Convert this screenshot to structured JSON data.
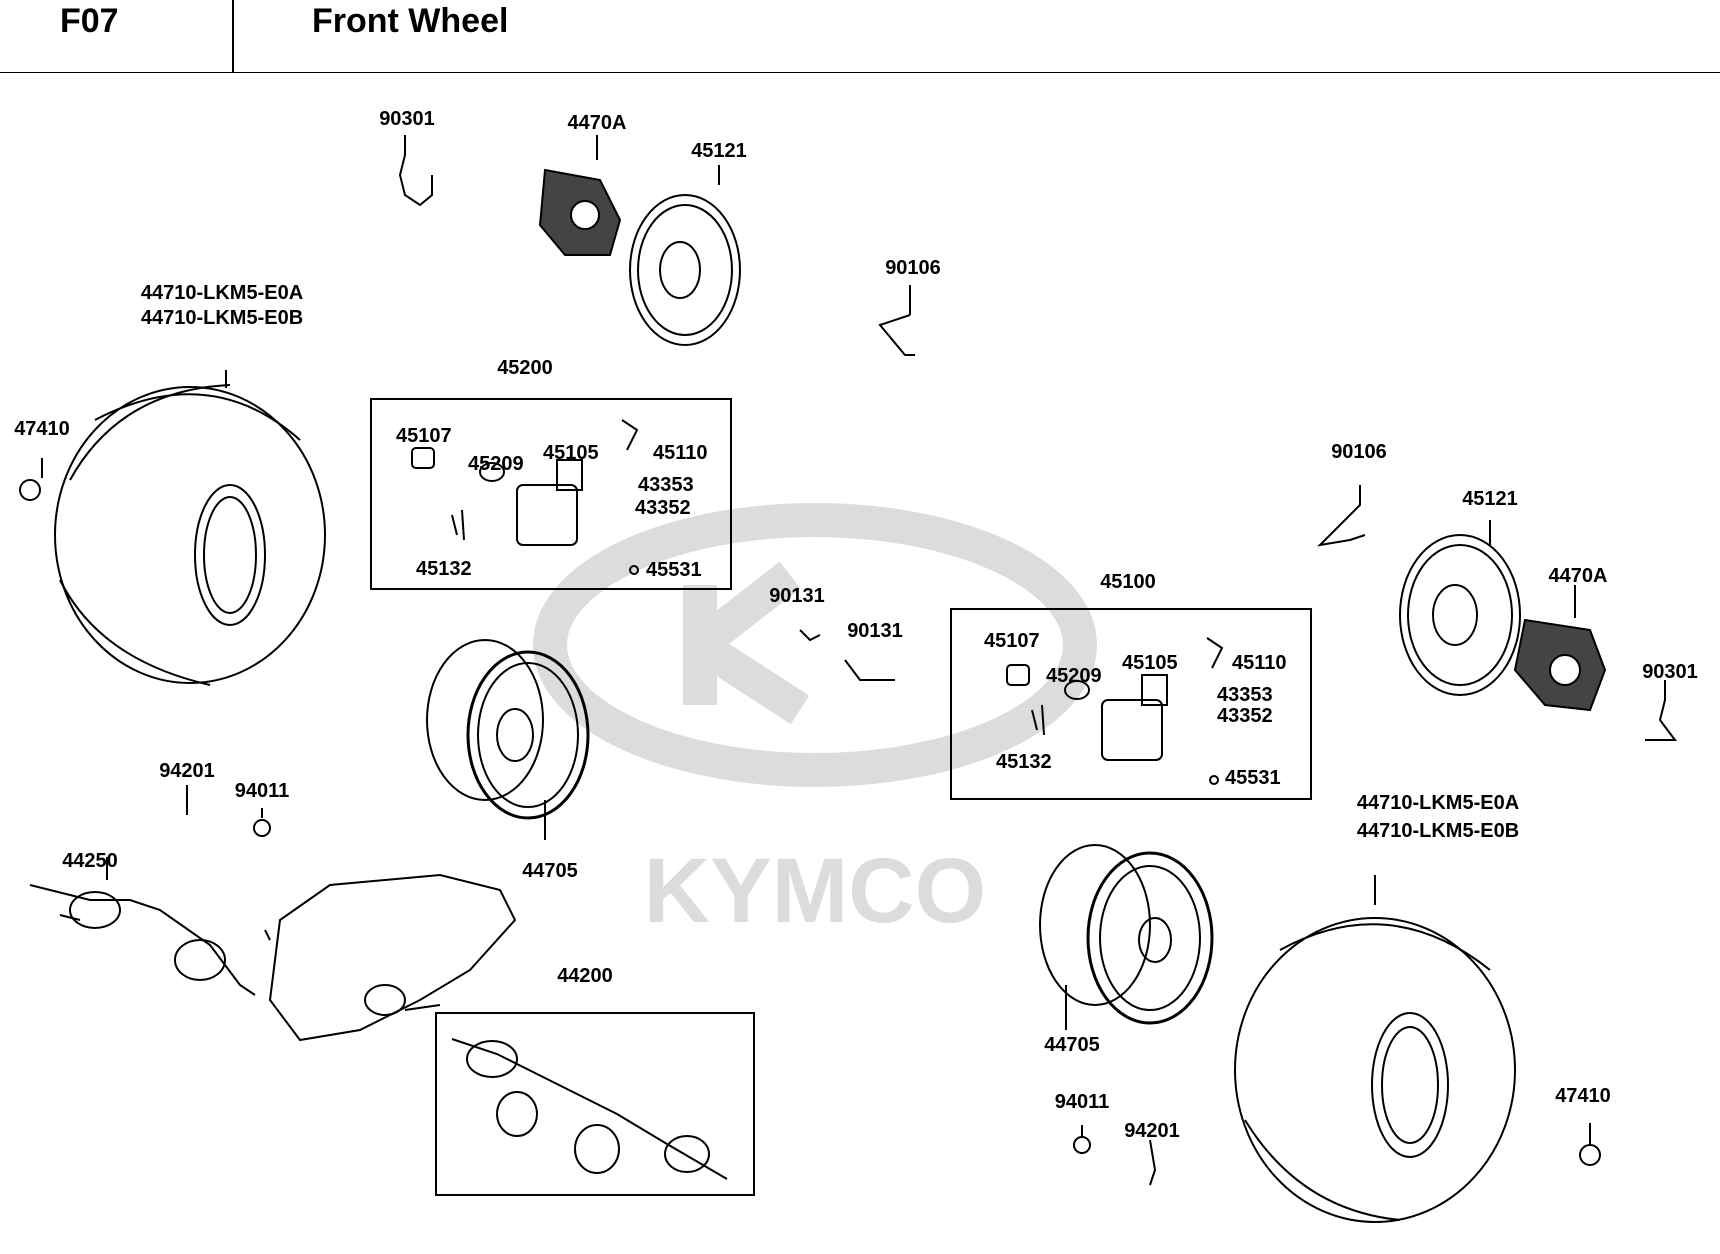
{
  "header": {
    "code": "F07",
    "title": "Front Wheel"
  },
  "watermark": {
    "brand": "KYMCO"
  },
  "labels": {
    "l1": "90301",
    "l2": "4470A",
    "l3": "45121",
    "l4a": "44710-LKM5-E0A",
    "l4b": "44710-LKM5-E0B",
    "l5": "90106",
    "l6": "45200",
    "l7": "47410",
    "g1_45107": "45107",
    "g1_45209": "45209",
    "g1_45105": "45105",
    "g1_45110": "45110",
    "g1_43353": "43353",
    "g1_43352": "43352",
    "g1_45132": "45132",
    "g1_45531": "45531",
    "l8": "90131",
    "l9": "90131",
    "l10": "45100",
    "g2_45107": "45107",
    "g2_45209": "45209",
    "g2_45105": "45105",
    "g2_45110": "45110",
    "g2_43353": "43353",
    "g2_43352": "43352",
    "g2_45132": "45132",
    "g2_45531": "45531",
    "r90106": "90106",
    "r45121": "45121",
    "r4470A": "4470A",
    "r90301": "90301",
    "r44710a": "44710-LKM5-E0A",
    "r44710b": "44710-LKM5-E0B",
    "l94201": "94201",
    "l94011": "94011",
    "l44250": "44250",
    "l44705": "44705",
    "l44200": "44200",
    "r44705": "44705",
    "r94011": "94011",
    "r94201": "94201",
    "r47410": "47410"
  },
  "colors": {
    "line": "#000000",
    "watermark": "#dcdcdc"
  }
}
